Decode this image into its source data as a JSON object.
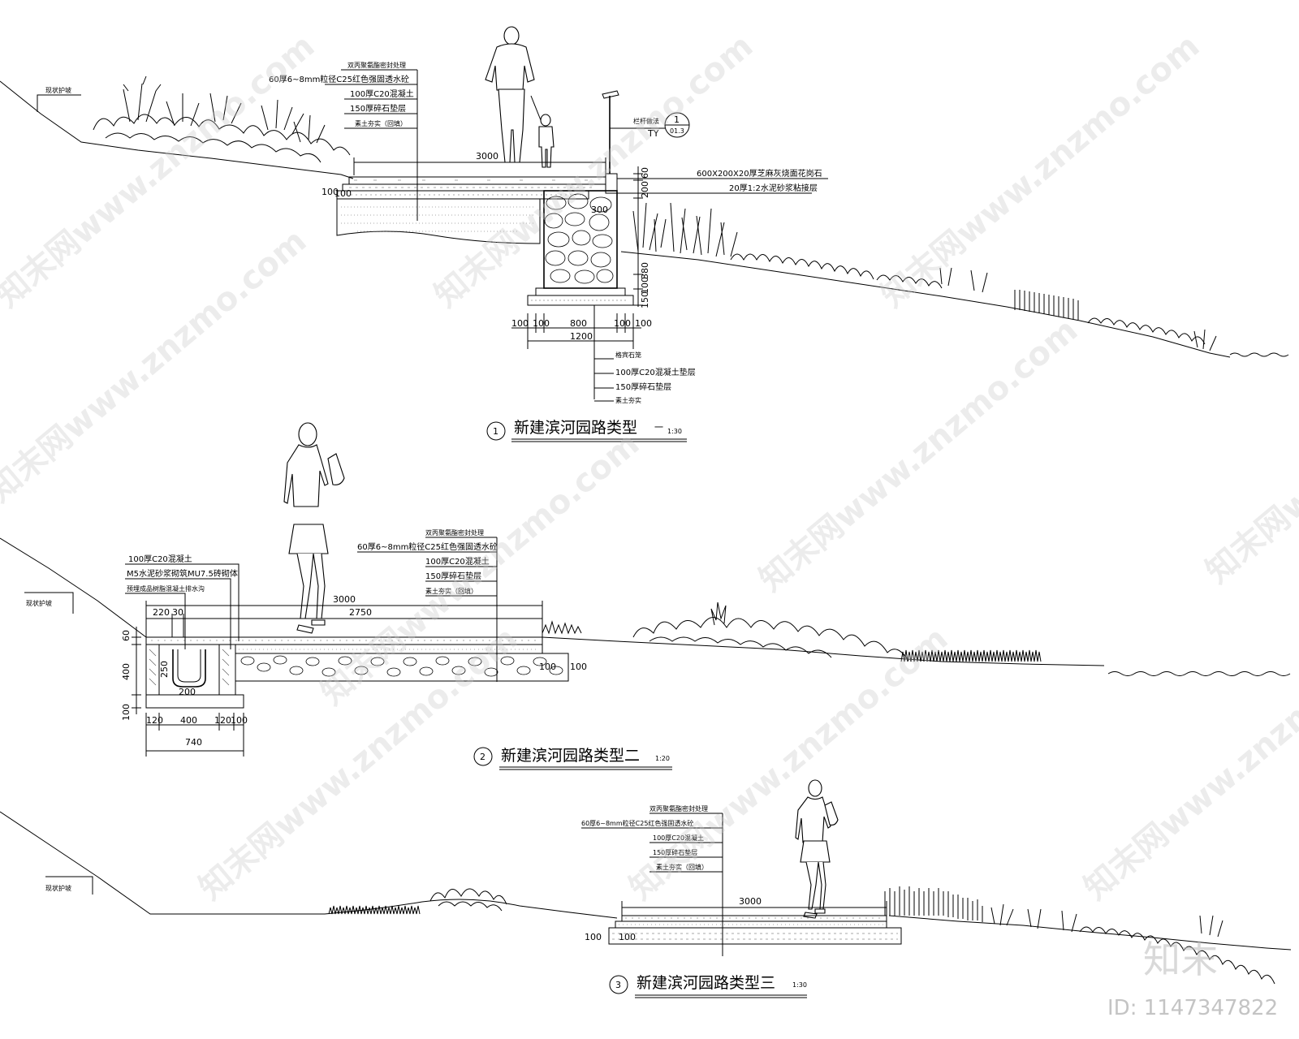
{
  "section1": {
    "number": "1",
    "title": "新建滨河园路类型",
    "title_suffix": "一",
    "scale": "1:30",
    "slope_label": "现状护坡",
    "layers": [
      "双丙聚氨酯密封处理",
      "60厚6~8mm粒径C25红色强固透水砼",
      "100厚C20混凝土",
      "150厚碎石垫层",
      "素土夯实（回填）"
    ],
    "dim_width": "3000",
    "dim_100_left": "100",
    "dim_200": "200",
    "dim_300": "300",
    "railing_label": "栏杆做法",
    "railing_ref_num": "1",
    "railing_ref_code": "TY",
    "railing_ref_sheet": "01.3",
    "curb_dims": [
      "60",
      "200",
      "380",
      "100",
      "150"
    ],
    "curb_layers": [
      "600X200X20厚芝麻灰烧面花岗石",
      "20厚1:2水泥砂浆粘接层"
    ],
    "bottom_dims": [
      "100",
      "100",
      "800",
      "100",
      "100"
    ],
    "bottom_total": "1200",
    "found_layers": [
      "格宾石笼",
      "100厚C20混凝土垫层",
      "150厚碎石垫层",
      "素土夯实"
    ]
  },
  "section2": {
    "number": "2",
    "title": "新建滨河园路类型二",
    "scale": "1:20",
    "slope_label": "现状护坡",
    "layers": [
      "双丙聚氨酯密封处理",
      "60厚6~8mm粒径C25红色强固透水砼",
      "100厚C20混凝土",
      "150厚碎石垫层",
      "素土夯实（回填）"
    ],
    "drain_layers": [
      "100厚C20混凝土",
      "M5水泥砂浆砌筑MU7.5砖砌体",
      "预埋成品树脂混凝土排水沟"
    ],
    "dim_width": "3000",
    "dim_2750": "2750",
    "dim_220": "220",
    "dim_30": "30",
    "dim_60": "60",
    "dim_400v": "400",
    "dim_250": "250",
    "dim_200": "200",
    "dim_100v": "100",
    "dim_100_right": "100",
    "dim_100_far": "100",
    "bottom_dims": [
      "120",
      "400",
      "120",
      "100"
    ],
    "bottom_total": "740"
  },
  "section3": {
    "number": "3",
    "title": "新建滨河园路类型三",
    "scale": "1:30",
    "slope_label": "现状护坡",
    "layers": [
      "双丙聚氨酯密封处理",
      "60厚6~8mm粒径C25红色强固透水砼",
      "100厚C20混凝土",
      "150厚碎石垫层",
      "素土夯实（回填）"
    ],
    "dim_width": "3000",
    "dim_100a": "100",
    "dim_100b": "100"
  },
  "watermark": {
    "text": "知末网www.znzmo.com",
    "logo": "知末",
    "id": "ID: 1147347822"
  },
  "colors": {
    "line": "#000000",
    "background": "#ffffff",
    "watermark": "#c9c9c9"
  }
}
